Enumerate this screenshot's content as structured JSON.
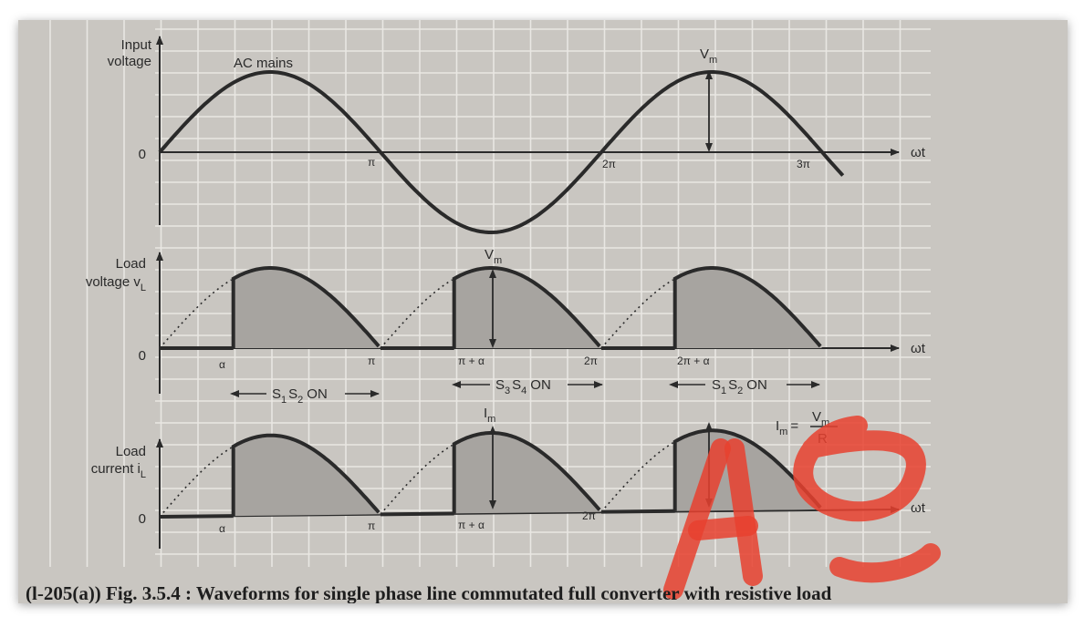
{
  "caption": "(l-205(a)) Fig. 3.5.4 : Waveforms for single phase line commutated full converter with resistive load",
  "panel_input": {
    "ylabel_line1": "Input",
    "ylabel_line2": "voltage",
    "wave_label": "AC mains",
    "zero": "0",
    "peak_label": "V",
    "peak_sub": "m",
    "axis": "ωt",
    "ticks": [
      "π",
      "2π",
      "3π"
    ]
  },
  "panel_load_voltage": {
    "ylabel_line1": "Load",
    "ylabel_line2": "voltage v",
    "ylabel_sub": "L",
    "zero": "0",
    "peak_label": "V",
    "peak_sub": "m",
    "axis": "ωt",
    "ticks": [
      "α",
      "π",
      "π + α",
      "2π",
      "2π + α"
    ],
    "intervals": [
      {
        "s1": "S",
        "n1": "1",
        "s2": "S",
        "n2": "2",
        "on": "ON"
      },
      {
        "s1": "S",
        "n1": "3",
        "s2": "S",
        "n2": "4",
        "on": "ON"
      },
      {
        "s1": "S",
        "n1": "1",
        "s2": "S",
        "n2": "2",
        "on": "ON"
      }
    ]
  },
  "panel_load_current": {
    "ylabel_line1": "Load",
    "ylabel_line2": "current i",
    "ylabel_sub": "L",
    "zero": "0",
    "peak_label": "I",
    "peak_sub": "m",
    "axis": "ωt",
    "ticks": [
      "α",
      "π",
      "π + α",
      "2π"
    ],
    "formula": {
      "lhs": "I",
      "lhs_sub": "m",
      "eq": "=",
      "num": "V",
      "num_sub": "m",
      "den": "R"
    }
  },
  "colors": {
    "background_paper": "#c9c6c1",
    "grid": "#e9e7e3",
    "ink": "#2a2a2a",
    "shade": "#a7a4a0",
    "watermark": "#e8412f"
  }
}
